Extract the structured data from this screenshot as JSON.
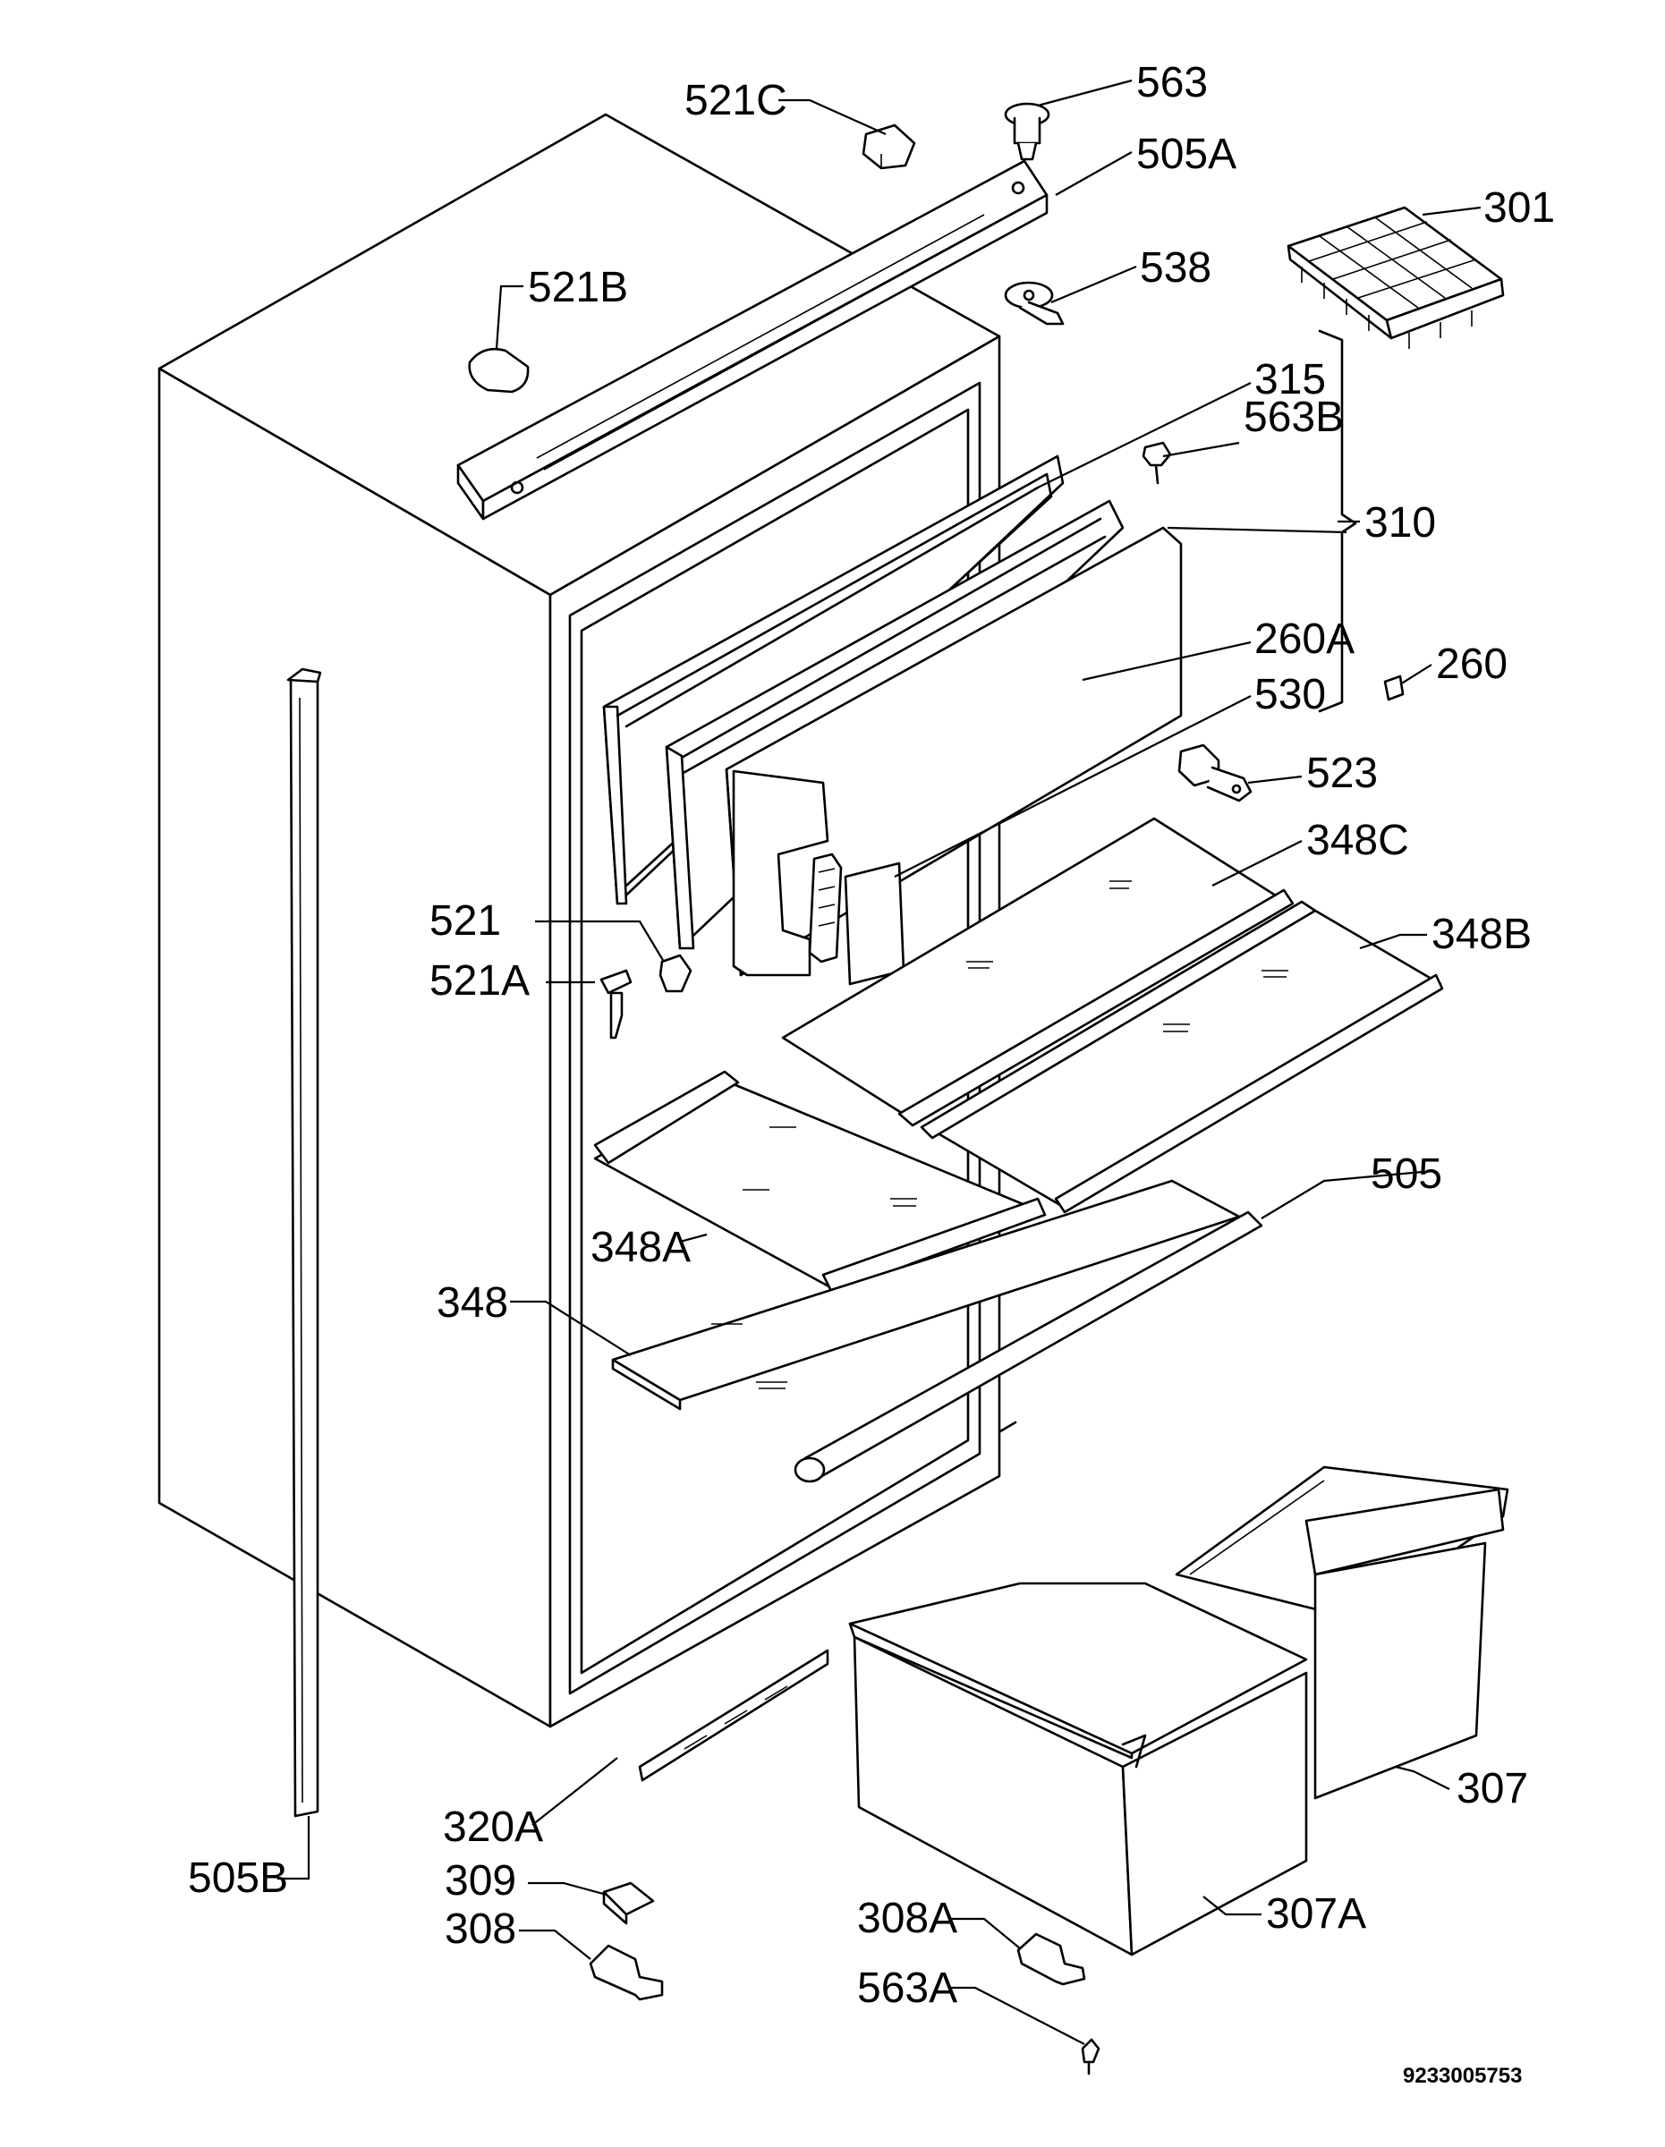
{
  "document_code": "9233005753",
  "labels": {
    "p301": "301",
    "p563": "563",
    "p521C": "521C",
    "p505A": "505A",
    "p538": "538",
    "p521B": "521B",
    "p315": "315",
    "p563B": "563B",
    "p310": "310",
    "p260A": "260A",
    "p260": "260",
    "p530": "530",
    "p523": "523",
    "p348C": "348C",
    "p348B": "348B",
    "p521": "521",
    "p521A": "521A",
    "p505": "505",
    "p348A": "348A",
    "p348": "348",
    "p307": "307",
    "p320A": "320A",
    "p307A": "307A",
    "p309": "309",
    "p308": "308",
    "p308A": "308A",
    "p563A": "563A",
    "p505B": "505B"
  }
}
